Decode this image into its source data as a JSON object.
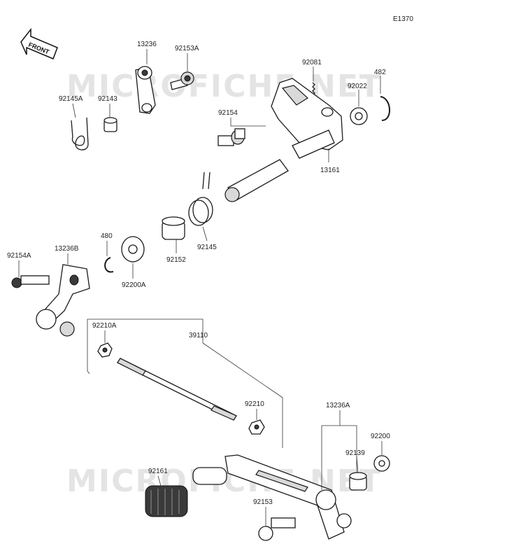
{
  "diagram": {
    "code": "E1370",
    "front_label": "FRONT",
    "watermark": "MICROFICHE.NET",
    "parts": [
      {
        "id": "p13236",
        "label": "13236"
      },
      {
        "id": "p92153A",
        "label": "92153A"
      },
      {
        "id": "p92145A",
        "label": "92145A"
      },
      {
        "id": "p92143",
        "label": "92143"
      },
      {
        "id": "p92081",
        "label": "92081"
      },
      {
        "id": "p482",
        "label": "482"
      },
      {
        "id": "p92022",
        "label": "92022"
      },
      {
        "id": "p92154",
        "label": "92154"
      },
      {
        "id": "p13161",
        "label": "13161"
      },
      {
        "id": "p480",
        "label": "480"
      },
      {
        "id": "p92154A",
        "label": "92154A"
      },
      {
        "id": "p13236B",
        "label": "13236B"
      },
      {
        "id": "p92152",
        "label": "92152"
      },
      {
        "id": "p92145",
        "label": "92145"
      },
      {
        "id": "p92200A",
        "label": "92200A"
      },
      {
        "id": "p92210A",
        "label": "92210A"
      },
      {
        "id": "p39110",
        "label": "39110"
      },
      {
        "id": "p92210",
        "label": "92210"
      },
      {
        "id": "p13236A",
        "label": "13236A"
      },
      {
        "id": "p92139",
        "label": "92139"
      },
      {
        "id": "p92200",
        "label": "92200"
      },
      {
        "id": "p92161",
        "label": "92161"
      },
      {
        "id": "p92153",
        "label": "92153"
      }
    ]
  }
}
